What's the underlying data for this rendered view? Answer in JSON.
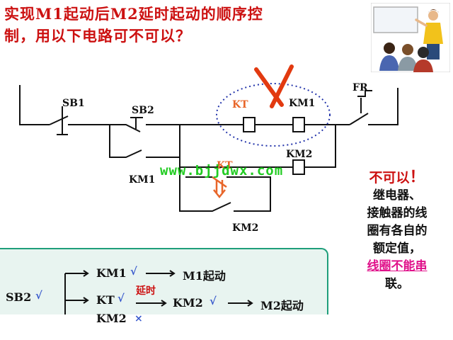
{
  "title": {
    "line1": "实现M1起动后M2延时起动的顺序控",
    "line2": "制，用以下电路可不可以？"
  },
  "illustration": {
    "icon": "presenter-with-audience-icon"
  },
  "circuit": {
    "labels": {
      "sb1": "SB1",
      "sb2": "SB2",
      "km1_contact": "KM1",
      "kt": "KT",
      "km1_coil": "KM1",
      "fr": "FR",
      "km2_coil": "KM2",
      "kt_contact": "KT",
      "km2_contact": "KM2"
    }
  },
  "watermark": "www.bjjdwx.com",
  "explanation": {
    "heading": "不可以",
    "bang": "！",
    "line1": "继电器、",
    "line2": "接触器的线",
    "line3": "圈有各自的",
    "line4": "额定值，",
    "line5": "线圈不能串",
    "line6": "联。"
  },
  "sequence": {
    "sb2": "SB2",
    "sb2_mark": "√",
    "km1": "KM1",
    "km1_mark": "√",
    "m1": "M1起动",
    "kt": "KT",
    "kt_mark": "√",
    "delay": "延时",
    "km2": "KM2",
    "km2_mark": "√",
    "m2": "M2起动",
    "km2b": "KM2",
    "km2b_mark": "×"
  },
  "colors": {
    "title": "#cc1111",
    "accent_blue": "#3355cc",
    "ellipse": "#2233aa",
    "cross": "#e23a10",
    "watermark": "#22cc22",
    "underline": "#e0118a",
    "panel_bg": "#e8f4f0"
  }
}
